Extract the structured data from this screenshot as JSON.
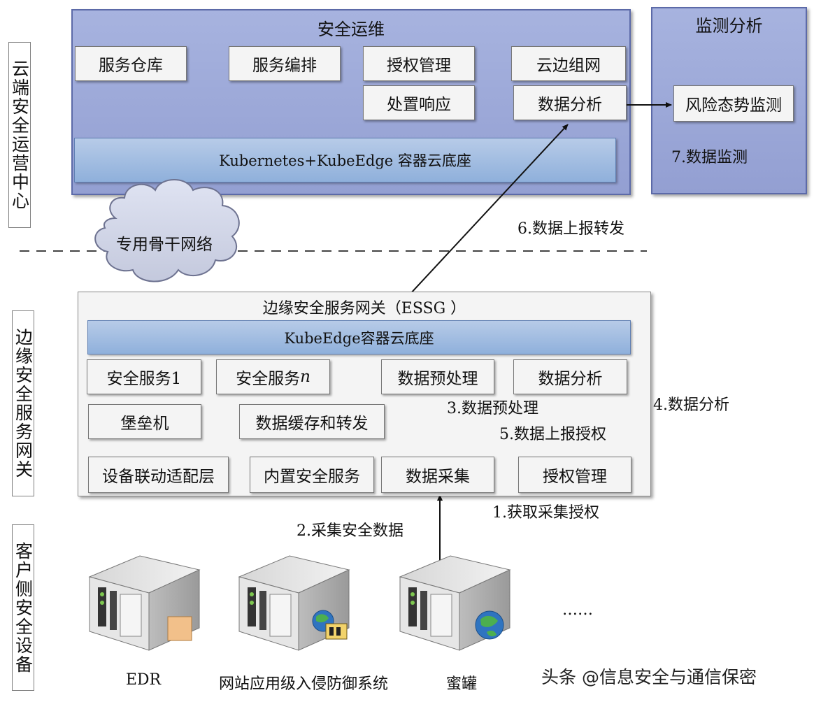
{
  "side_labels": {
    "cloud": "云端安全运营中心",
    "edge": "边缘安全服务网关",
    "client": "客户侧安全设备"
  },
  "cloud_panel": {
    "title": "安全运维",
    "services": [
      "服务仓库",
      "服务编排",
      "授权管理",
      "云边组网",
      "处置响应",
      "数据分析"
    ],
    "base": "Kubernetes+KubeEdge 容器云底座"
  },
  "monitor_panel": {
    "title": "监测分析",
    "box": "风险态势监测",
    "step": "7.数据监测"
  },
  "network": {
    "cloud_label": "专用骨干网络"
  },
  "essg_panel": {
    "title": "边缘安全服务网关（ESSG ）",
    "base": "KubeEdge容器云底座",
    "modules": {
      "security_service_1": "安全服务1",
      "security_service_n_prefix": "安全服务",
      "security_service_n_suffix": "n",
      "preprocess": "数据预处理",
      "analysis": "数据分析",
      "bastion": "堡垒机",
      "cache_forward": "数据缓存和转发",
      "adapter": "设备联动适配层",
      "builtin": "内置安全服务",
      "collect": "数据采集",
      "auth": "授权管理"
    }
  },
  "steps": {
    "s1": "1.获取采集授权",
    "s2": "2.采集安全数据",
    "s3": "3.数据预处理",
    "s4": "4.数据分析",
    "s5": "5.数据上报授权",
    "s6": "6.数据上报转发"
  },
  "devices": [
    {
      "label": "EDR",
      "icon": "server-box-icon"
    },
    {
      "label": "网站应用级入侵防御系统",
      "icon": "server-globe-film-icon"
    },
    {
      "label": "蜜罐",
      "icon": "server-globe-icon"
    }
  ],
  "ellipsis": "……",
  "watermark": "头条 @信息安全与通信保密"
}
